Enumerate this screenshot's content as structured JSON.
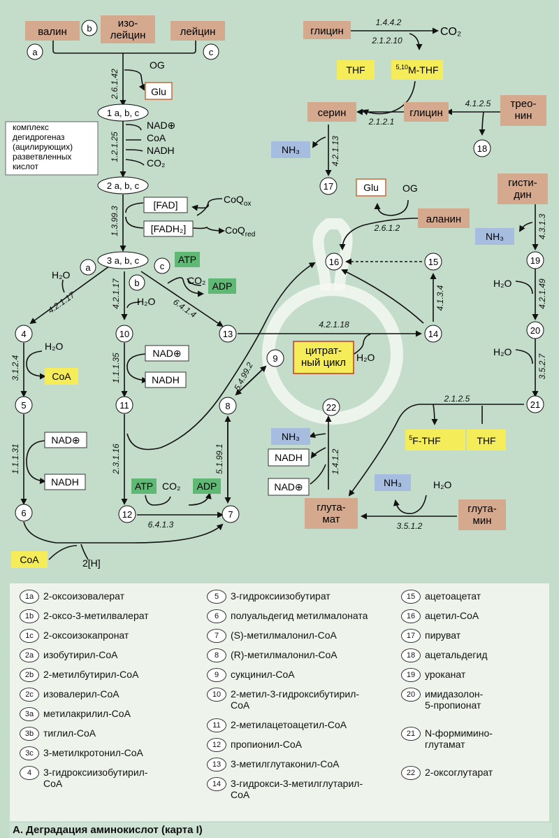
{
  "title": "А. Деградация аминокислот (карта I)",
  "colors": {
    "amino_acid": "#d4a98e",
    "thf": "#f5ec5a",
    "atp": "#5fb873",
    "nh3": "#a7bde0",
    "coa": "#f5ec5a",
    "citrate": "#f5ec5a"
  },
  "amino_acids": {
    "valine": "валин",
    "isoleucine": "изо-\nлейцин",
    "leucine": "лейцин",
    "glycine_top": "глицин",
    "serine": "серин",
    "glycine_mid": "глицин",
    "threonine": "трео-\nнин",
    "histidine": "гисти-\nдин",
    "alanine": "аланин",
    "glutamate": "глута-\nмат",
    "glutamine": "глута-\nмин"
  },
  "cofactors": {
    "og": "OG",
    "glu": "Glu",
    "nad": "NAD⊕",
    "coa": "CoA",
    "nadh": "NADH",
    "co2": "CO₂",
    "fad": "[FAD]",
    "fadh2": "[FADH₂]",
    "coq_ox": "CoQ",
    "coq_ox_sub": "ox",
    "coq_red": "CoQ",
    "coq_red_sub": "red",
    "atp": "ATP",
    "adp": "ADP",
    "h2o": "H₂O",
    "nh3": "NH₃",
    "thf": "THF",
    "mthf": "M-THF",
    "mthf_sup": "5,10",
    "fthf": "F-THF",
    "fthf_sup": "5",
    "h2": "2[H]",
    "citrate": "цитрат-\nный цикл"
  },
  "complex_label": "комплекс\nдегидрогеназ\n(ацилирующих)\nразветвленных\nкислот",
  "nodes": {
    "n1": "1 a, b, c",
    "n2": "2 a, b, c",
    "n3": "3 a, b, c",
    "a": "a",
    "b": "b",
    "c": "c",
    "n4": "4",
    "n5": "5",
    "n6": "6",
    "n7": "7",
    "n8": "8",
    "n9": "9",
    "n10": "10",
    "n11": "11",
    "n12": "12",
    "n13": "13",
    "n14": "14",
    "n15": "15",
    "n16": "16",
    "n17": "17",
    "n18": "18",
    "n19": "19",
    "n20": "20",
    "n21": "21",
    "n22": "22"
  },
  "enzymes": {
    "e2_6_1_42": "2.6.1.42",
    "e1_2_1_25": "1.2.1.25",
    "e1_3_99_3": "1.3.99.3",
    "e4_2_1_17a": "4.2.1.17",
    "e4_2_1_17b": "4.2.1.17",
    "e6_4_1_4": "6.4.1.4",
    "e3_1_2_4": "3.1.2.4",
    "e1_1_1_35": "1.1.1.35",
    "e1_1_1_31": "1.1.1.31",
    "e2_3_1_16": "2.3.1.16",
    "e6_4_1_3": "6.4.1.3",
    "e5_1_99_1": "5.1.99.1",
    "e5_4_99_2": "5.4.99.2",
    "e4_2_1_18": "4.2.1.18",
    "e1_4_4_2": "1.4.4.2",
    "e2_1_2_10": "2.1.2.10",
    "e2_1_2_1": "2.1.2.1",
    "e4_1_2_5": "4.1.2.5",
    "e4_2_1_13": "4.2.1.13",
    "e2_6_1_2": "2.6.1.2",
    "e4_1_3_4": "4.1.3.4",
    "e4_3_1_3": "4.3.1.3",
    "e4_2_1_49": "4.2.1.49",
    "e3_5_2_7": "3.5.2.7",
    "e2_1_2_5": "2.1.2.5",
    "e1_4_1_2": "1.4.1.2",
    "e3_5_1_2": "3.5.1.2"
  },
  "legend": [
    {
      "num": "1a",
      "text": "2-оксоизовалерат"
    },
    {
      "num": "1b",
      "text": "2-оксо-3-метилвалерат"
    },
    {
      "num": "1c",
      "text": "2-оксоизокапронат"
    },
    {
      "num": "2a",
      "text": "изобутирил-CoA"
    },
    {
      "num": "2b",
      "text": "2-метилбутирил-CoA"
    },
    {
      "num": "2c",
      "text": "изовалерил-CoA"
    },
    {
      "num": "3a",
      "text": "метилакрилил-CoA"
    },
    {
      "num": "3b",
      "text": "тиглил-CoA"
    },
    {
      "num": "3c",
      "text": "3-метилкротонил-CoA"
    },
    {
      "num": "4",
      "text": "3-гидроксиизобутирил-\nCoA"
    },
    {
      "num": "5",
      "text": "3-гидроксиизобутират"
    },
    {
      "num": "6",
      "text": "полуальдегид метилмалоната"
    },
    {
      "num": "7",
      "text": "(S)-метилмалонил-CoA"
    },
    {
      "num": "8",
      "text": "(R)-метилмалонил-CoA"
    },
    {
      "num": "9",
      "text": "сукцинил-CoA"
    },
    {
      "num": "10",
      "text": "2-метил-3-гидроксибутирил-\nCoA"
    },
    {
      "num": "11",
      "text": "2-метилацетоацетил-CoA"
    },
    {
      "num": "12",
      "text": "пропионил-CoA"
    },
    {
      "num": "13",
      "text": "3-метилглутаконил-CoA"
    },
    {
      "num": "14",
      "text": "3-гидрокси-3-метилглутарил-\nCoA"
    },
    {
      "num": "15",
      "text": "ацетоацетат"
    },
    {
      "num": "16",
      "text": "ацетил-CoA"
    },
    {
      "num": "17",
      "text": "пируват"
    },
    {
      "num": "18",
      "text": "ацетальдегид"
    },
    {
      "num": "19",
      "text": "уроканат"
    },
    {
      "num": "20",
      "text": "имидазолон-\n5-пропионат"
    },
    {
      "num": "21",
      "text": "N-формимино-\nглутамат"
    },
    {
      "num": "22",
      "text": "2-оксоглутарат"
    }
  ]
}
